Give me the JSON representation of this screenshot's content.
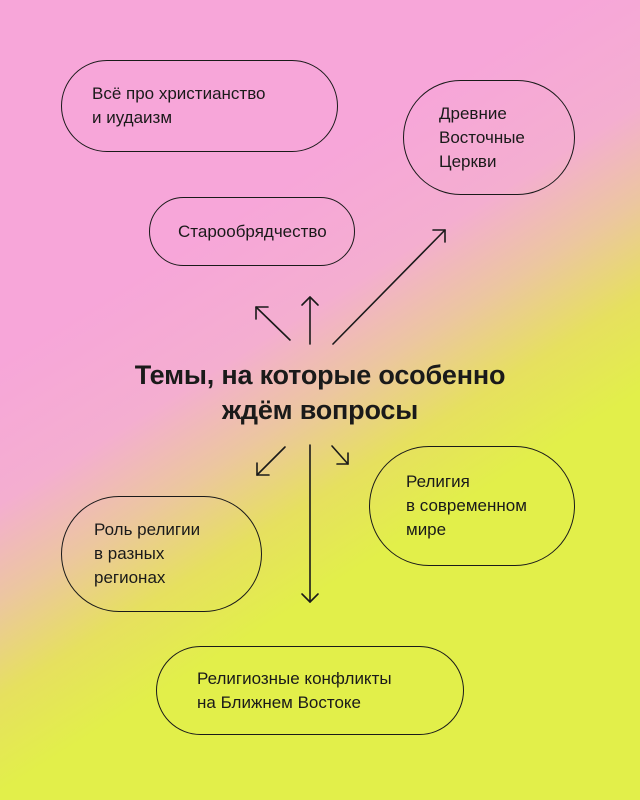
{
  "title": "Темы, на которые особенно\nждём вопросы",
  "topics": {
    "christianity": "Всё про христианство\nи иудаизм",
    "eastern_churches": "Древние\nВосточные\nЦеркви",
    "old_believers": "Старообрядчество",
    "modern_world": "Религия\nв современном\nмире",
    "regions": "Роль религии\nв разных\nрегионах",
    "middle_east": "Религиозные конфликты\nна Ближнем Востоке"
  },
  "colors": {
    "pink": "#f7a6d9",
    "lime": "#e2ef4a",
    "ink": "#1a1a1a"
  }
}
